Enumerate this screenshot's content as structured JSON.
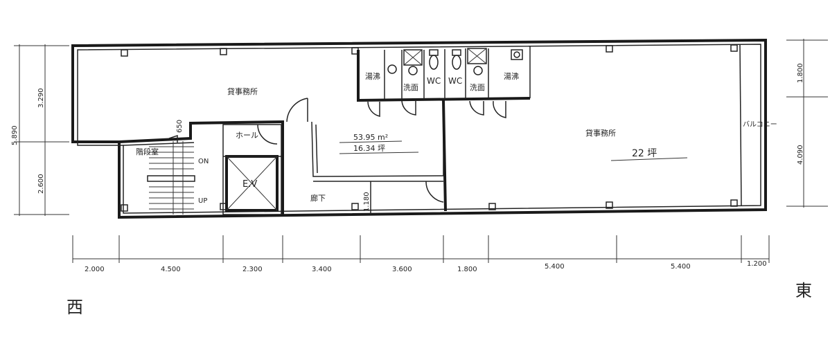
{
  "rooms": {
    "office_west": "貸事務所",
    "office_east": "貸事務所",
    "yuwakashi_left": "湯沸",
    "yuwakashi_right": "湯沸",
    "senmen_left": "洗面",
    "senmen_right": "洗面",
    "wc_left": "WC",
    "wc_right": "WC",
    "hall": "ホール",
    "ev": "E.V",
    "stairs": "階段室",
    "corridor": "廊下",
    "balcony": "バルコニー",
    "on_label": "ON",
    "up_label": "UP"
  },
  "areas": {
    "m2": "53.95 m²",
    "tsubo": "16.34 坪",
    "east_tsubo": "22 坪"
  },
  "dimensions": {
    "bottom": [
      "2.000",
      "4.500",
      "2.300",
      "3.400",
      "3.600",
      "1.800",
      "5.400",
      "5.400",
      "1.200"
    ],
    "left_total": "5.890",
    "left_top": "3.290",
    "left_bottom": "2.600",
    "right_top": "1.800",
    "right_bottom": "4.090",
    "small_650": "650",
    "small_1180": "1.180"
  },
  "compass": {
    "west": "西",
    "east": "東"
  }
}
